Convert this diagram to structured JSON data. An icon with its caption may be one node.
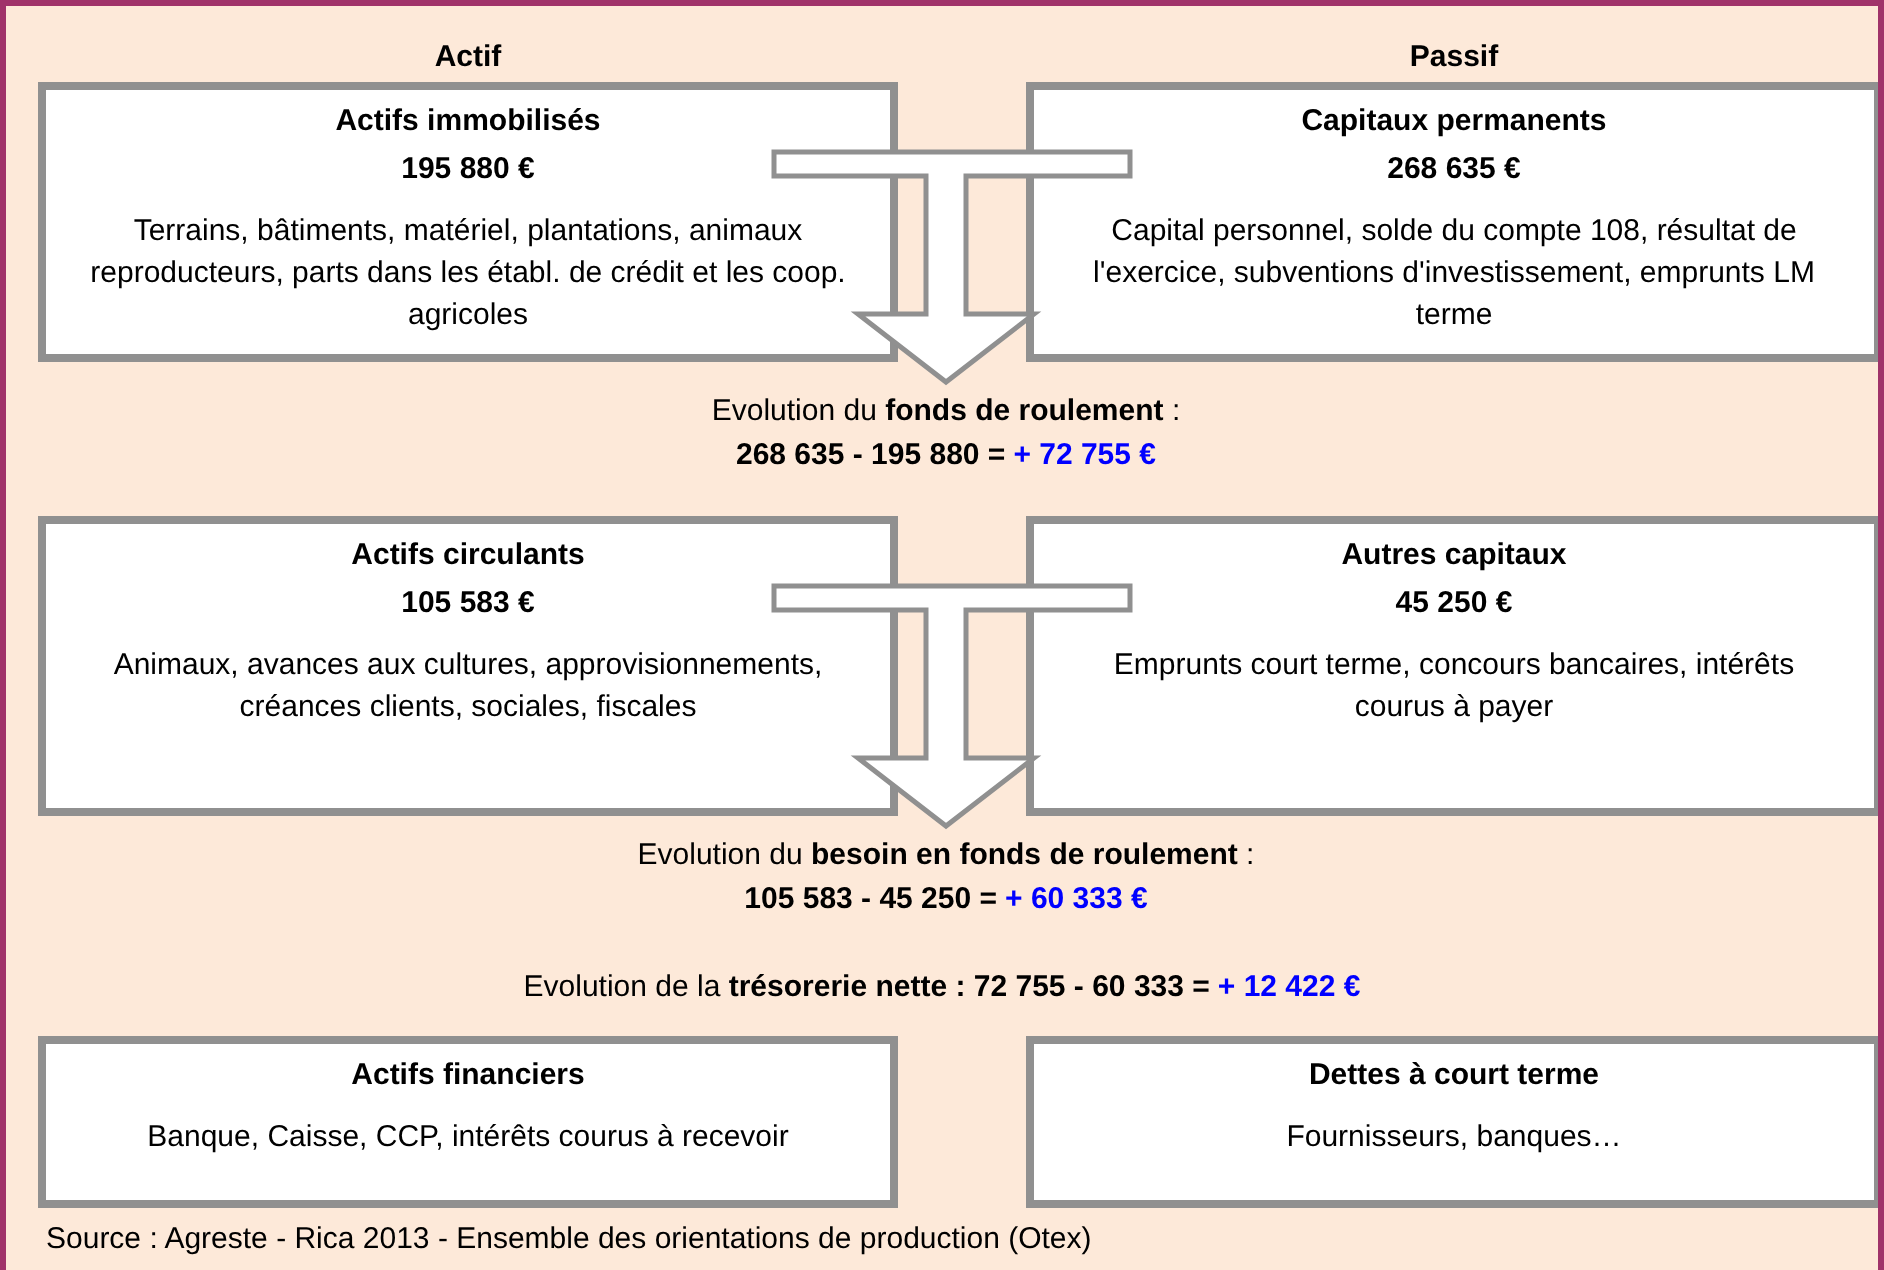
{
  "diagram": {
    "nodes": [
      {
        "text": [
          "Actifs immobilisés",
          "195 880 €",
          "Terrains, bâtiments, matériel, plantations, animaux reproducteurs, parts dans les établ. de crédit et les coop. agricoles"
        ]
      },
      {
        "text": [
          "Capitaux permanents",
          "268 635 €",
          "Capital personnel, solde du compte 108, résultat de l'exercice, subventions d'investissement, emprunts LM terme"
        ]
      },
      {
        "text": [
          "Evolution du **fonds de roulement** :",
          "268 635 - 195 880 =",
          "+ 72 755 €"
        ]
      },
      {
        "text": [
          "Actifs circulants",
          "105 583 €",
          "Animaux, avances aux cultures, approvisionnements, créances clients, sociales, fiscales"
        ]
      },
      {
        "text": [
          "Autres capitaux",
          "45 250 €",
          "Emprunts court terme, concours bancaires, intérêts courus à payer"
        ]
      },
      {
        "text": [
          "Evolution du **besoin en fonds de roulement** :",
          "105 583 - 45 250 =",
          "+ 60 333 €"
        ]
      },
      {
        "text": [
          "Actifs financiers",
          "Banque, Caisse, CCP, intérêts courus à recevoir"
        ]
      },
      {
        "text": [
          "Dettes à court terme",
          "Fournisseurs, banques…"
        ]
      }
    ],
    "edges": [
      {
        "from": 0,
        "to": 2,
        "arrow": "to"
      },
      {
        "from": 1,
        "to": 2,
        "arrow": "to"
      },
      {
        "from": 3,
        "to": 5,
        "arrow": "to"
      },
      {
        "from": 4,
        "to": 5,
        "arrow": "to"
      }
    ],
    "labels": [
      "Actif",
      "Passif",
      "Evolution de la **trésorerie nette : 72 755 - 60 333 =**",
      "+ 12 422 €",
      "Source : Agreste - Rica 2013 - Ensemble des orientations de production (Otex)"
    ]
  }
}
